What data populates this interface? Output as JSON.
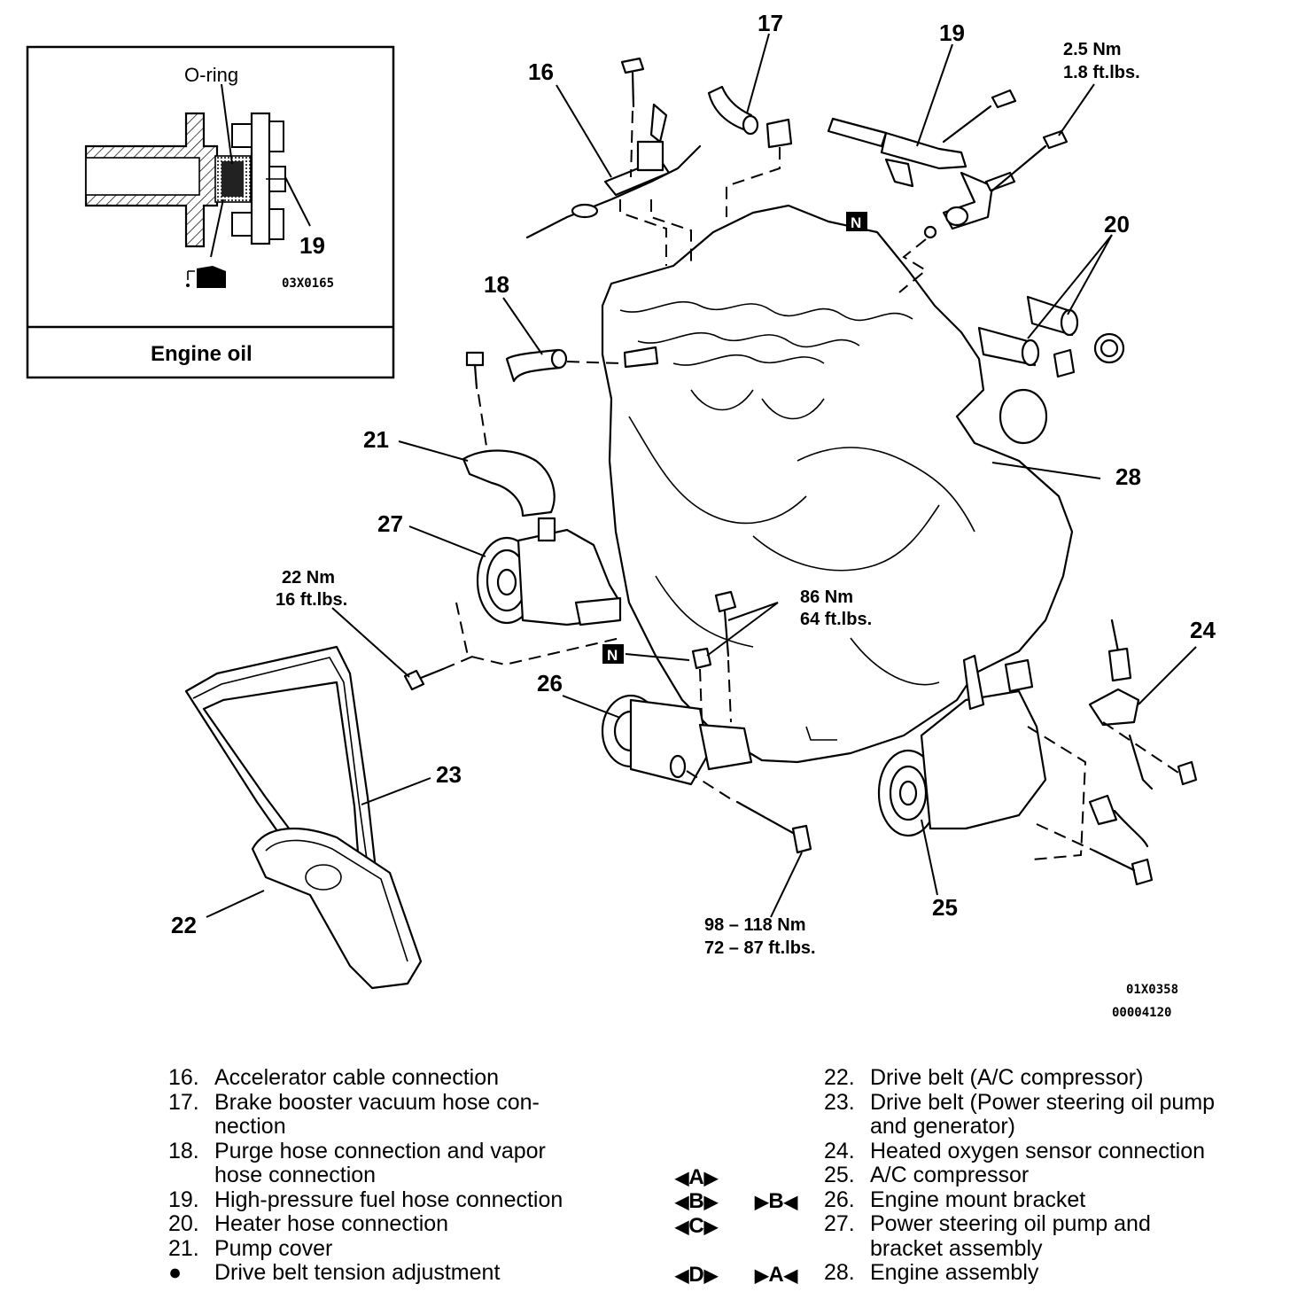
{
  "inset": {
    "label_oring": "O-ring",
    "label_19": "19",
    "code": "03X0165",
    "caption": "Engine oil"
  },
  "callouts": {
    "c16": "16",
    "c17": "17",
    "c18": "18",
    "c19": "19",
    "c20": "20",
    "c21": "21",
    "c22": "22",
    "c23": "23",
    "c24": "24",
    "c25": "25",
    "c26": "26",
    "c27": "27",
    "c28": "28"
  },
  "torques": {
    "t1_nm": "2.5 Nm",
    "t1_ft": "1.8 ft.lbs.",
    "t2_nm": "22 Nm",
    "t2_ft": "16 ft.lbs.",
    "t3_nm": "86 Nm",
    "t3_ft": "64 ft.lbs.",
    "t4_nm": "98 – 118 Nm",
    "t4_ft": "72 – 87 ft.lbs."
  },
  "n_marks": {
    "n1": "N",
    "n2": "N"
  },
  "codes": {
    "c1": "01X0358",
    "c2": "00004120"
  },
  "legend_left": [
    {
      "num": "16.",
      "text": "Accelerator cable connection"
    },
    {
      "num": "17.",
      "text": "Brake booster vacuum hose con-"
    },
    {
      "num": "",
      "text": "nection"
    },
    {
      "num": "18.",
      "text": "Purge hose connection and vapor"
    },
    {
      "num": "",
      "text": "hose connection"
    },
    {
      "num": "19.",
      "text": "High-pressure fuel hose connection"
    },
    {
      "num": "20.",
      "text": "Heater hose connection"
    },
    {
      "num": "21.",
      "text": "Pump cover"
    },
    {
      "num": "●",
      "text": "Drive belt tension adjustment"
    }
  ],
  "legend_right": [
    {
      "num": "22.",
      "text": "Drive belt (A/C compressor)"
    },
    {
      "num": "23.",
      "text": "Drive belt (Power steering oil pump"
    },
    {
      "num": "",
      "text": "and generator)"
    },
    {
      "num": "24.",
      "text": "Heated oxygen sensor connection"
    },
    {
      "num": "25.",
      "text": "A/C compressor"
    },
    {
      "num": "26.",
      "text": "Engine mount bracket"
    },
    {
      "num": "27.",
      "text": "Power steering oil pump and"
    },
    {
      "num": "",
      "text": "bracket assembly"
    },
    {
      "num": "28.",
      "text": "Engine assembly"
    }
  ],
  "removal_marks": {
    "a": "A",
    "b": "B",
    "c": "C",
    "d": "D"
  },
  "install_marks": {
    "b": "B",
    "a": "A"
  }
}
